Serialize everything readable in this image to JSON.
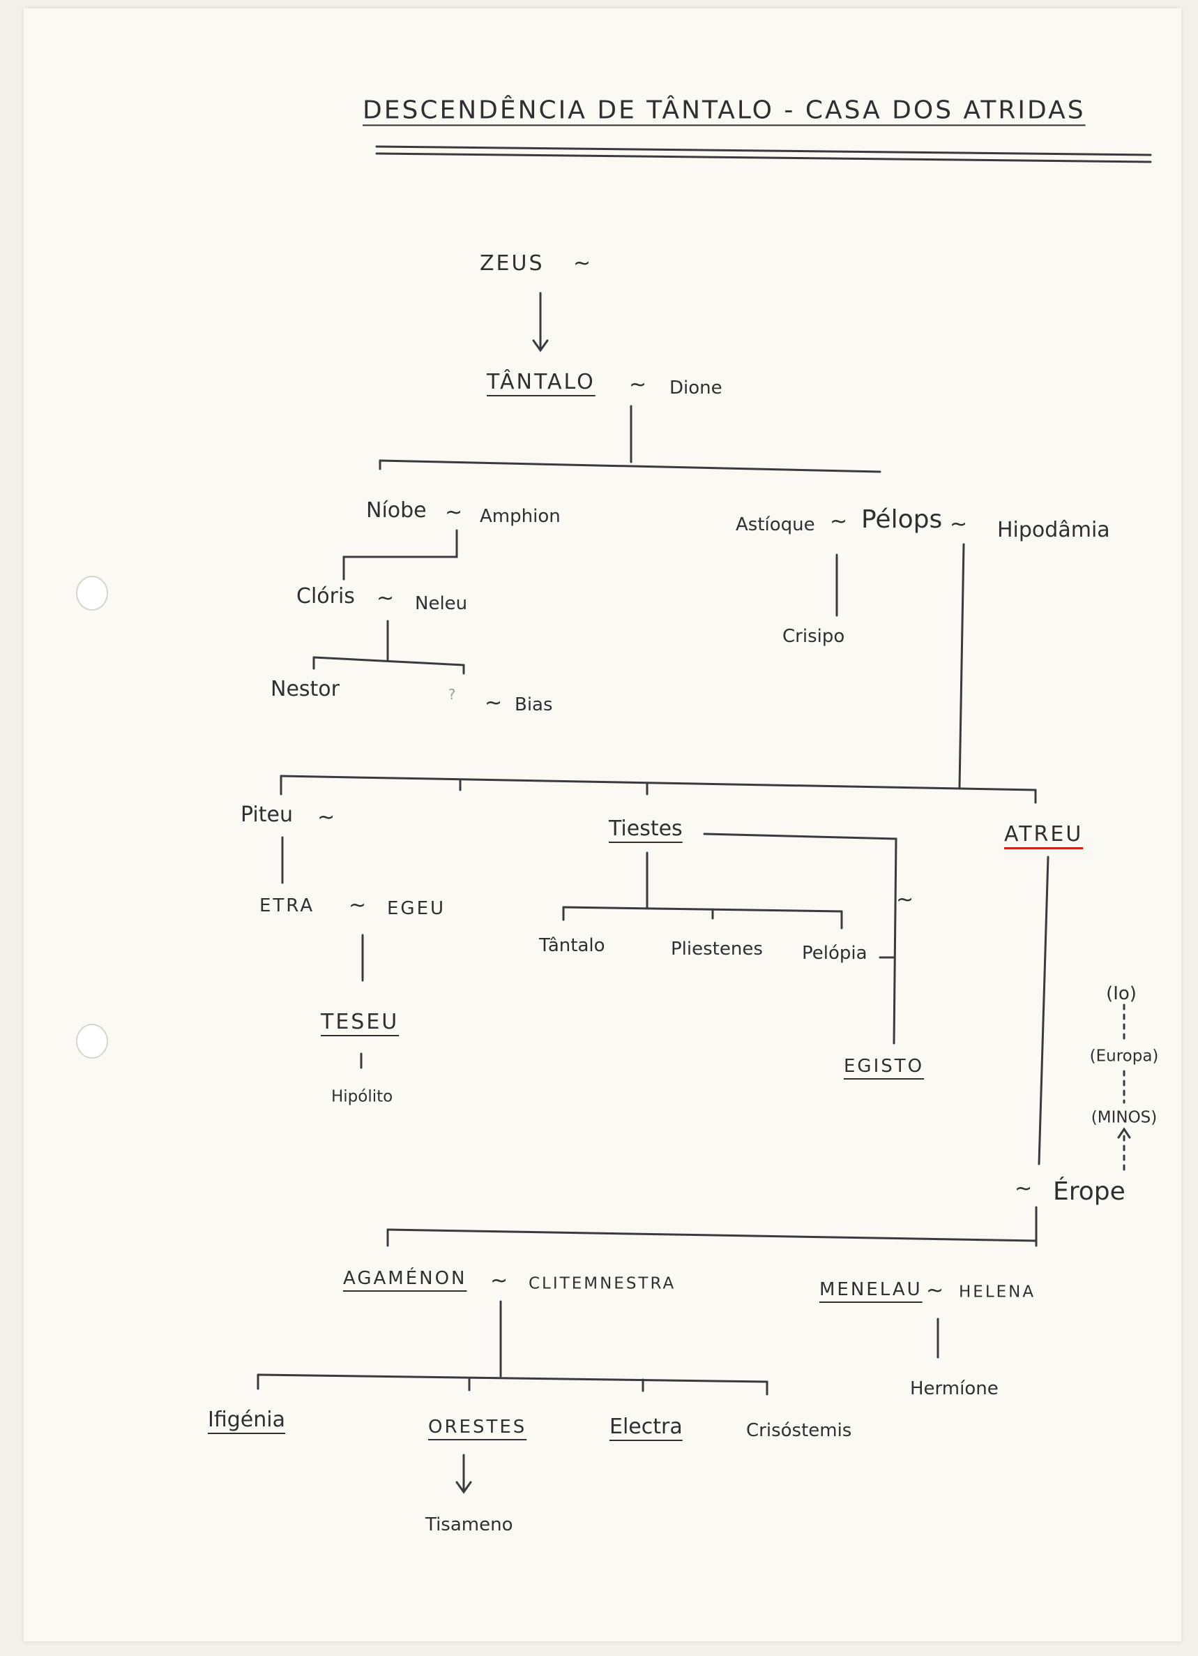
{
  "title": "DESCENDÊNCIA DE TÂNTALO - CASA DOS ATRIDAS",
  "marriage_symbol": "~",
  "unknown_mark": "?",
  "persons": {
    "zeus": "ZEUS",
    "tantalo": "TÂNTALO",
    "dione": "Dione",
    "niobe": "Níobe",
    "amphion": "Amphion",
    "astioque": "Astíoque",
    "pelops": "Pélops",
    "hipodamia": "Hipodâmia",
    "cloris": "Clóris",
    "neleu": "Neleu",
    "crisipo": "Crisipo",
    "nestor": "Nestor",
    "bias": "Bias",
    "piteu": "Piteu",
    "tiestes": "Tiestes",
    "atreu": "ATREU",
    "etra": "ETRA",
    "egeu": "EGEU",
    "tantalo2": "Tântalo",
    "pliestenes": "Pliestenes",
    "pelopia": "Pelópia",
    "teseu": "TESEU",
    "hipolito": "Hipólito",
    "egisto": "EGISTO",
    "io": "(Io)",
    "europa": "(Europa)",
    "minos": "(MINOS)",
    "erope": "Érope",
    "agamenon": "AGAMÉNON",
    "clitemnestra": "CLITEMNESTRA",
    "menelau": "MENELAU",
    "helena": "HELENA",
    "ifigenia": "Ifigénia",
    "orestes": "ORESTES",
    "electra": "Electra",
    "crisostemis": "Crisóstemis",
    "hermione": "Hermíone",
    "tisameno": "Tisameno"
  },
  "colors": {
    "paper": "#faf9f3",
    "background": "#f1f0ea",
    "ink": "#2f2f32",
    "red_underline": "#c8221b"
  }
}
